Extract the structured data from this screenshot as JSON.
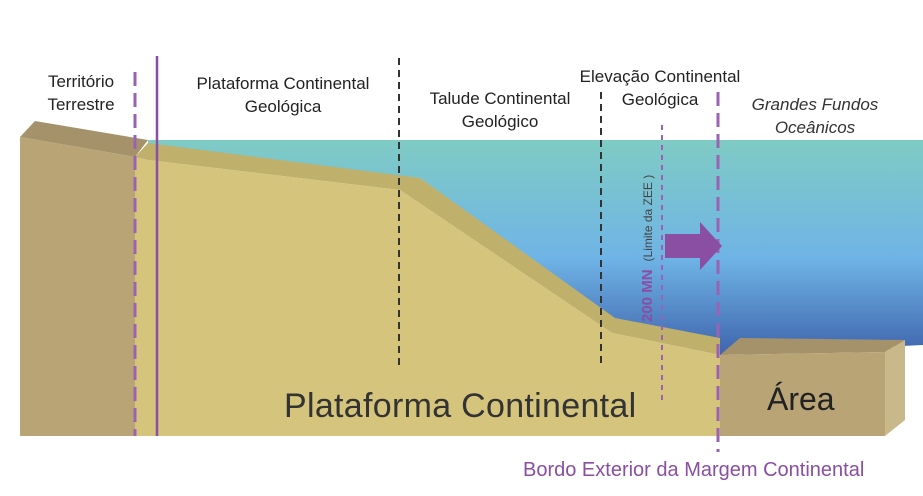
{
  "zones": {
    "territorio": "Território\nTerrestre",
    "plataforma_geologica": "Plataforma Continental\nGeológica",
    "talude": "Talude Continental\nGeológico",
    "elevacao": "Elevação Continental\nGeológica",
    "grandes_fundos": "Grandes Fundos\nOceânicos"
  },
  "labels": {
    "plataforma_continental": "Plataforma Continental",
    "area": "Área",
    "bordo_exterior": "Bordo Exterior da Margem Continental",
    "nm_200": "200 MN",
    "limite_zee": "(Limite da ZEE )"
  },
  "colors": {
    "land_face": "#b9a476",
    "land_top": "#a5926a",
    "sediment": "#d4c47c",
    "sediment_top": "#bfb06c",
    "ocean_surface": "#7fcbc4",
    "ocean_deep": "#3f6bb3",
    "boundary_purple": "#9b62b4",
    "zone_line": "#333333"
  }
}
